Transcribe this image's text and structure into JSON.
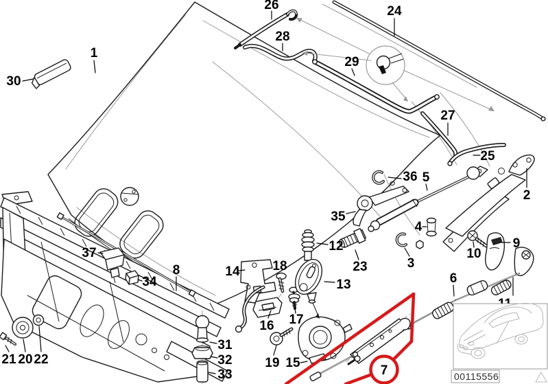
{
  "diagram": {
    "description": "engine-hood-parts-exploded-diagram",
    "parts": [
      {
        "number": "1"
      },
      {
        "number": "2"
      },
      {
        "number": "3"
      },
      {
        "number": "4"
      },
      {
        "number": "5"
      },
      {
        "number": "6"
      },
      {
        "number": "7"
      },
      {
        "number": "8"
      },
      {
        "number": "9"
      },
      {
        "number": "10"
      },
      {
        "number": "11"
      },
      {
        "number": "12"
      },
      {
        "number": "13"
      },
      {
        "number": "14"
      },
      {
        "number": "15"
      },
      {
        "number": "16"
      },
      {
        "number": "17"
      },
      {
        "number": "18"
      },
      {
        "number": "19"
      },
      {
        "number": "20"
      },
      {
        "number": "21"
      },
      {
        "number": "22"
      },
      {
        "number": "23"
      },
      {
        "number": "24"
      },
      {
        "number": "25"
      },
      {
        "number": "26"
      },
      {
        "number": "27"
      },
      {
        "number": "28"
      },
      {
        "number": "29"
      },
      {
        "number": "30"
      },
      {
        "number": "31"
      },
      {
        "number": "32"
      },
      {
        "number": "33"
      },
      {
        "number": "34"
      },
      {
        "number": "35"
      },
      {
        "number": "36"
      },
      {
        "number": "37"
      }
    ],
    "highlight": {
      "part_number": "7",
      "color": "#d61a1a"
    },
    "footer": {
      "image_code": "00115556"
    },
    "colors": {
      "line": "#1a1a1a",
      "secondary_line": "#9a9a9a",
      "highlight": "#d61a1a"
    },
    "icons": {
      "vehicle_thumbnail": "bmw-coupe-line-art",
      "watermark": "triangle-outline-icon"
    }
  }
}
